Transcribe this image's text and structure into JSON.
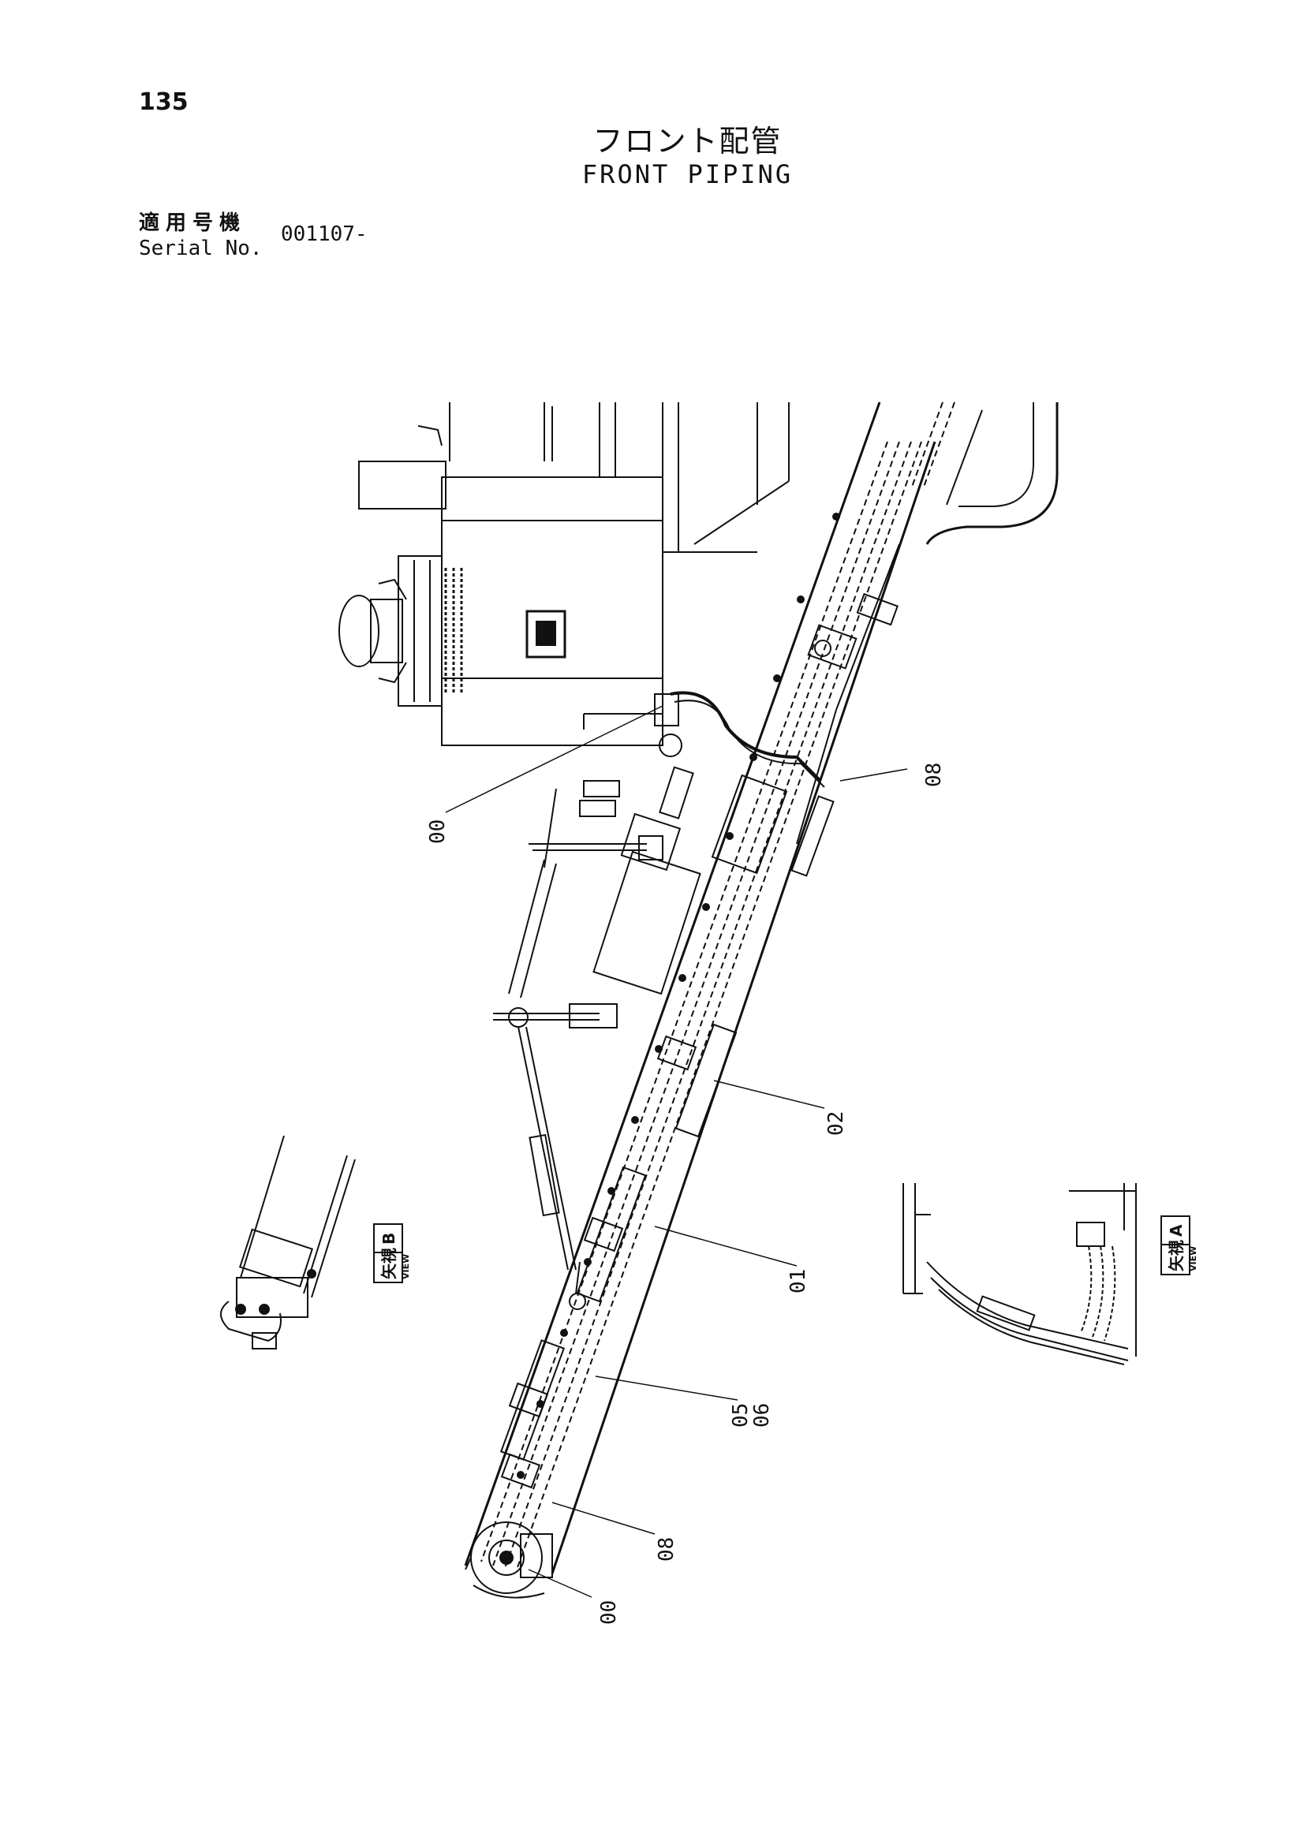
{
  "page_number": "135",
  "title_jp": "フロント配管",
  "title_en": "FRONT PIPING",
  "serial": {
    "label_jp": "適用号機",
    "label_en": "Serial No.",
    "value": "001107-"
  },
  "callouts": {
    "c_00_top": "00",
    "c_08_top": "08",
    "c_02": "02",
    "c_01": "01",
    "c_05": "05",
    "c_06": "06",
    "c_08_bottom": "08",
    "c_00_bottom": "00"
  },
  "views": {
    "view_b": {
      "jp": "矢視",
      "letter": "B",
      "en": "VIEW"
    },
    "view_a": {
      "jp": "矢視",
      "letter": "A",
      "en": "VIEW"
    }
  }
}
